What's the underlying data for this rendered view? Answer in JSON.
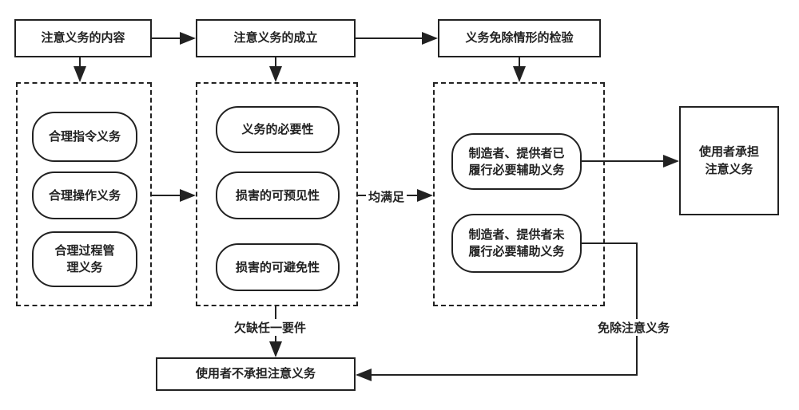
{
  "top": {
    "content": "注意义务的内容",
    "establish": "注意义务的成立",
    "exemption": "义务免除情形的检验"
  },
  "content_items": [
    "合理指令义务",
    "合理操作义务",
    "合理过程管理义务"
  ],
  "establish_items": [
    "义务的必要性",
    "损害的可预见性",
    "损害的可避免性"
  ],
  "exemption_items": [
    "制造者、提供者已履行必要辅助义务",
    "制造者、提供者未履行必要辅助义务"
  ],
  "labels": {
    "all_met": "均满足",
    "missing_any": "欠缺任一要件",
    "exempt": "免除注意义务"
  },
  "results": {
    "user_bears": "使用者承担注意义务",
    "user_not_bear": "使用者不承担注意义务"
  }
}
